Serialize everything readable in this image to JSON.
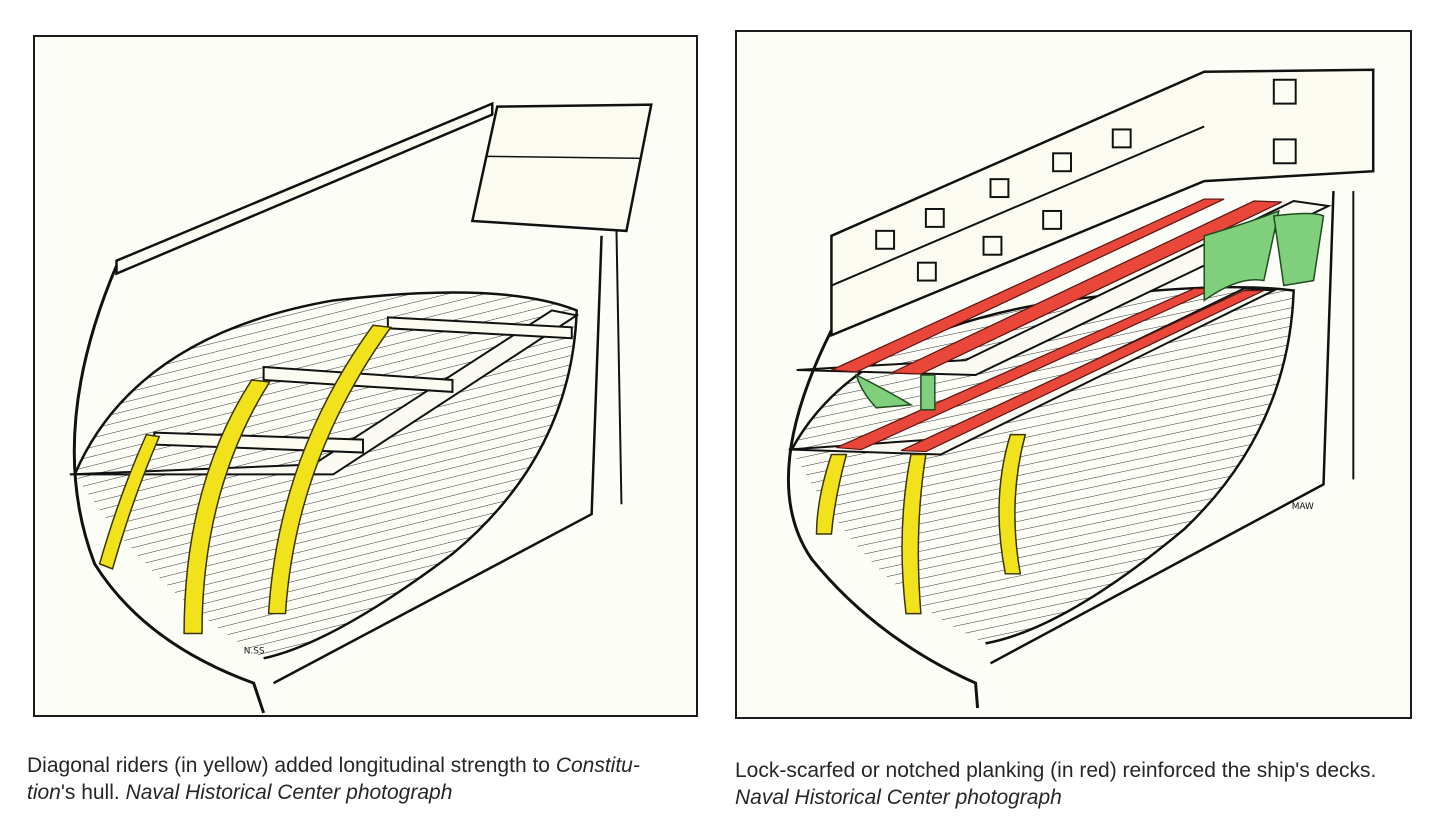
{
  "figures": {
    "left": {
      "caption": {
        "part1": "Diagonal riders (in yellow) added longitudinal strength to ",
        "ship_name_a": "Constitu-",
        "ship_name_b": "tion",
        "part2": "'s hull. ",
        "credit": "Naval Historical Center photograph"
      },
      "highlight_color": "#f2e21c"
    },
    "right": {
      "caption": {
        "part1": "Lock-scarfed or notched planking (in red) reinforced the ship's decks. ",
        "credit": "Naval Historical Center photograph"
      },
      "highlight_color": "#e8473a",
      "knee_color": "#7fcf7c"
    }
  }
}
